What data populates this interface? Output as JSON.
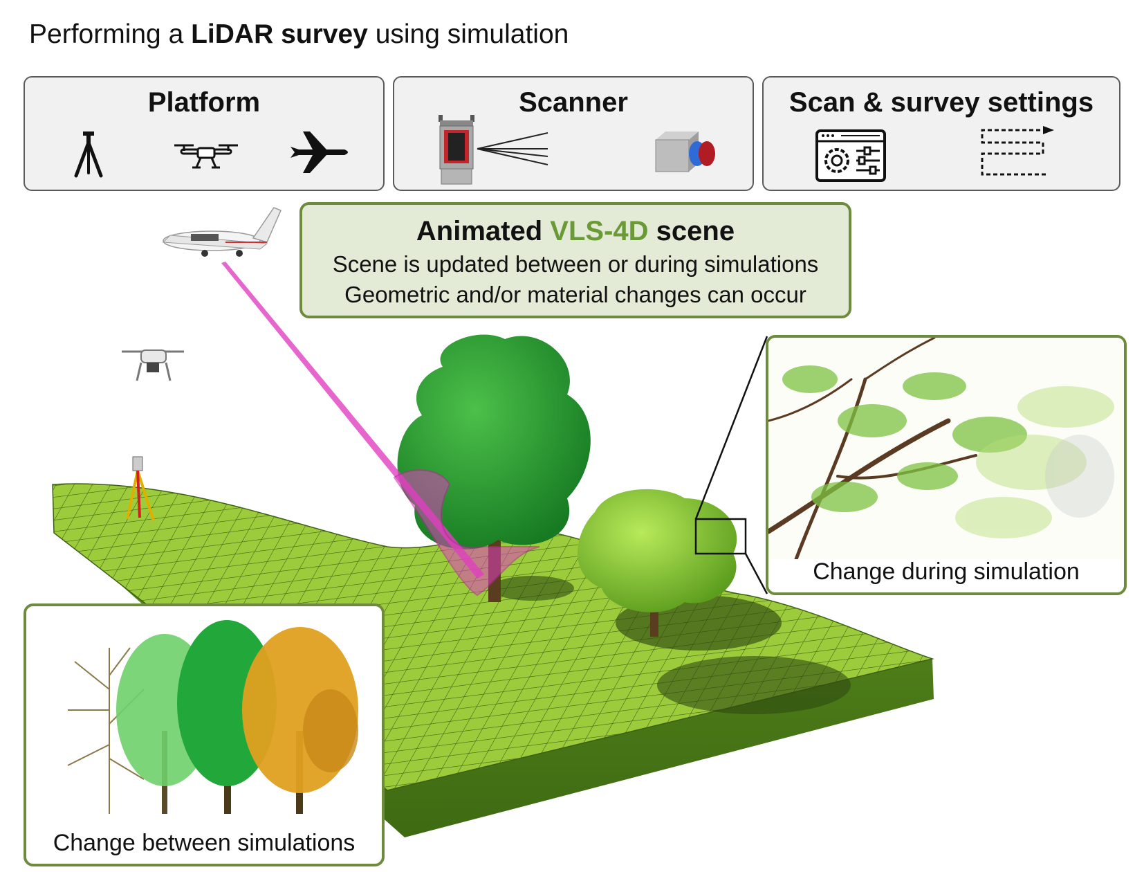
{
  "title": {
    "prefix": "Performing a ",
    "bold": "LiDAR survey",
    "suffix": " using simulation"
  },
  "panels": {
    "platform": {
      "title": "Platform",
      "icons": [
        "tripod-icon",
        "drone-icon",
        "airplane-icon"
      ]
    },
    "scanner": {
      "title": "Scanner",
      "icons": [
        "lidar-scanner-icon",
        "laser-beams-icon",
        "scanner-device-icon"
      ]
    },
    "settings": {
      "title": "Scan & survey settings",
      "icons": [
        "settings-window-icon",
        "flight-path-icon"
      ]
    }
  },
  "scene_box": {
    "title_prefix": "Animated ",
    "title_highlight": "VLS-4D",
    "title_suffix": " scene",
    "line1": "Scene is updated between or during simulations",
    "line2": "Geometric and/or material changes can occur"
  },
  "insets": {
    "during": "Change during simulation",
    "between": "Change between simulations"
  },
  "colors": {
    "terrain": "#9ccc3c",
    "beam": "#e040c0",
    "inset_border": "#6e8b3d",
    "highlight": "#6a9a36"
  }
}
